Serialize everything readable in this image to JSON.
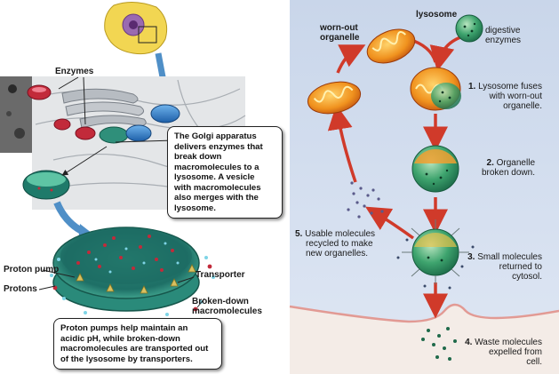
{
  "left_panel": {
    "enzymes_label": "Enzymes",
    "golgi_caption_lines": [
      "The Golgi apparatus",
      "delivers enzymes that",
      "break down",
      "macromolecules to a",
      "lysosome. A vesicle",
      "with macromolecules",
      "also merges with the",
      "lysosome."
    ],
    "proton_pump_label": "Proton pump",
    "transporter_label": "Transporter",
    "protons_label": "Protons",
    "broken_down_label_lines": [
      "Broken-down",
      "macromolecules"
    ],
    "proton_caption_lines": [
      "Proton pumps help maintain an",
      "acidic pH, while broken-down",
      "macromolecules are transported out",
      "of the lysosome by transporters."
    ]
  },
  "right_panel": {
    "lysosome_label": "lysosome",
    "worn_out_label_lines": [
      "worn-out",
      "organelle"
    ],
    "digestive_label_lines": [
      "digestive",
      "enzymes"
    ],
    "steps": [
      {
        "num": "1.",
        "lines": [
          "Lysosome fuses",
          "with worn-out",
          "organelle."
        ]
      },
      {
        "num": "2.",
        "lines": [
          "Organelle",
          "broken down."
        ]
      },
      {
        "num": "3.",
        "lines": [
          "Small molecules",
          "returned to",
          "cytosol."
        ]
      },
      {
        "num": "4.",
        "lines": [
          "Waste molecules",
          "expelled from",
          "cell."
        ]
      },
      {
        "num": "5.",
        "lines": [
          "Usable molecules",
          "recycled to make",
          "new organelles."
        ]
      }
    ]
  },
  "colors": {
    "cytosol_blue": "#cfdcef",
    "lysosome_green": "#2f9a6a",
    "mitochondria_orange": "#e8891c",
    "arrow_red": "#d03a2a",
    "golgi_blue": "#2f7fd0"
  }
}
